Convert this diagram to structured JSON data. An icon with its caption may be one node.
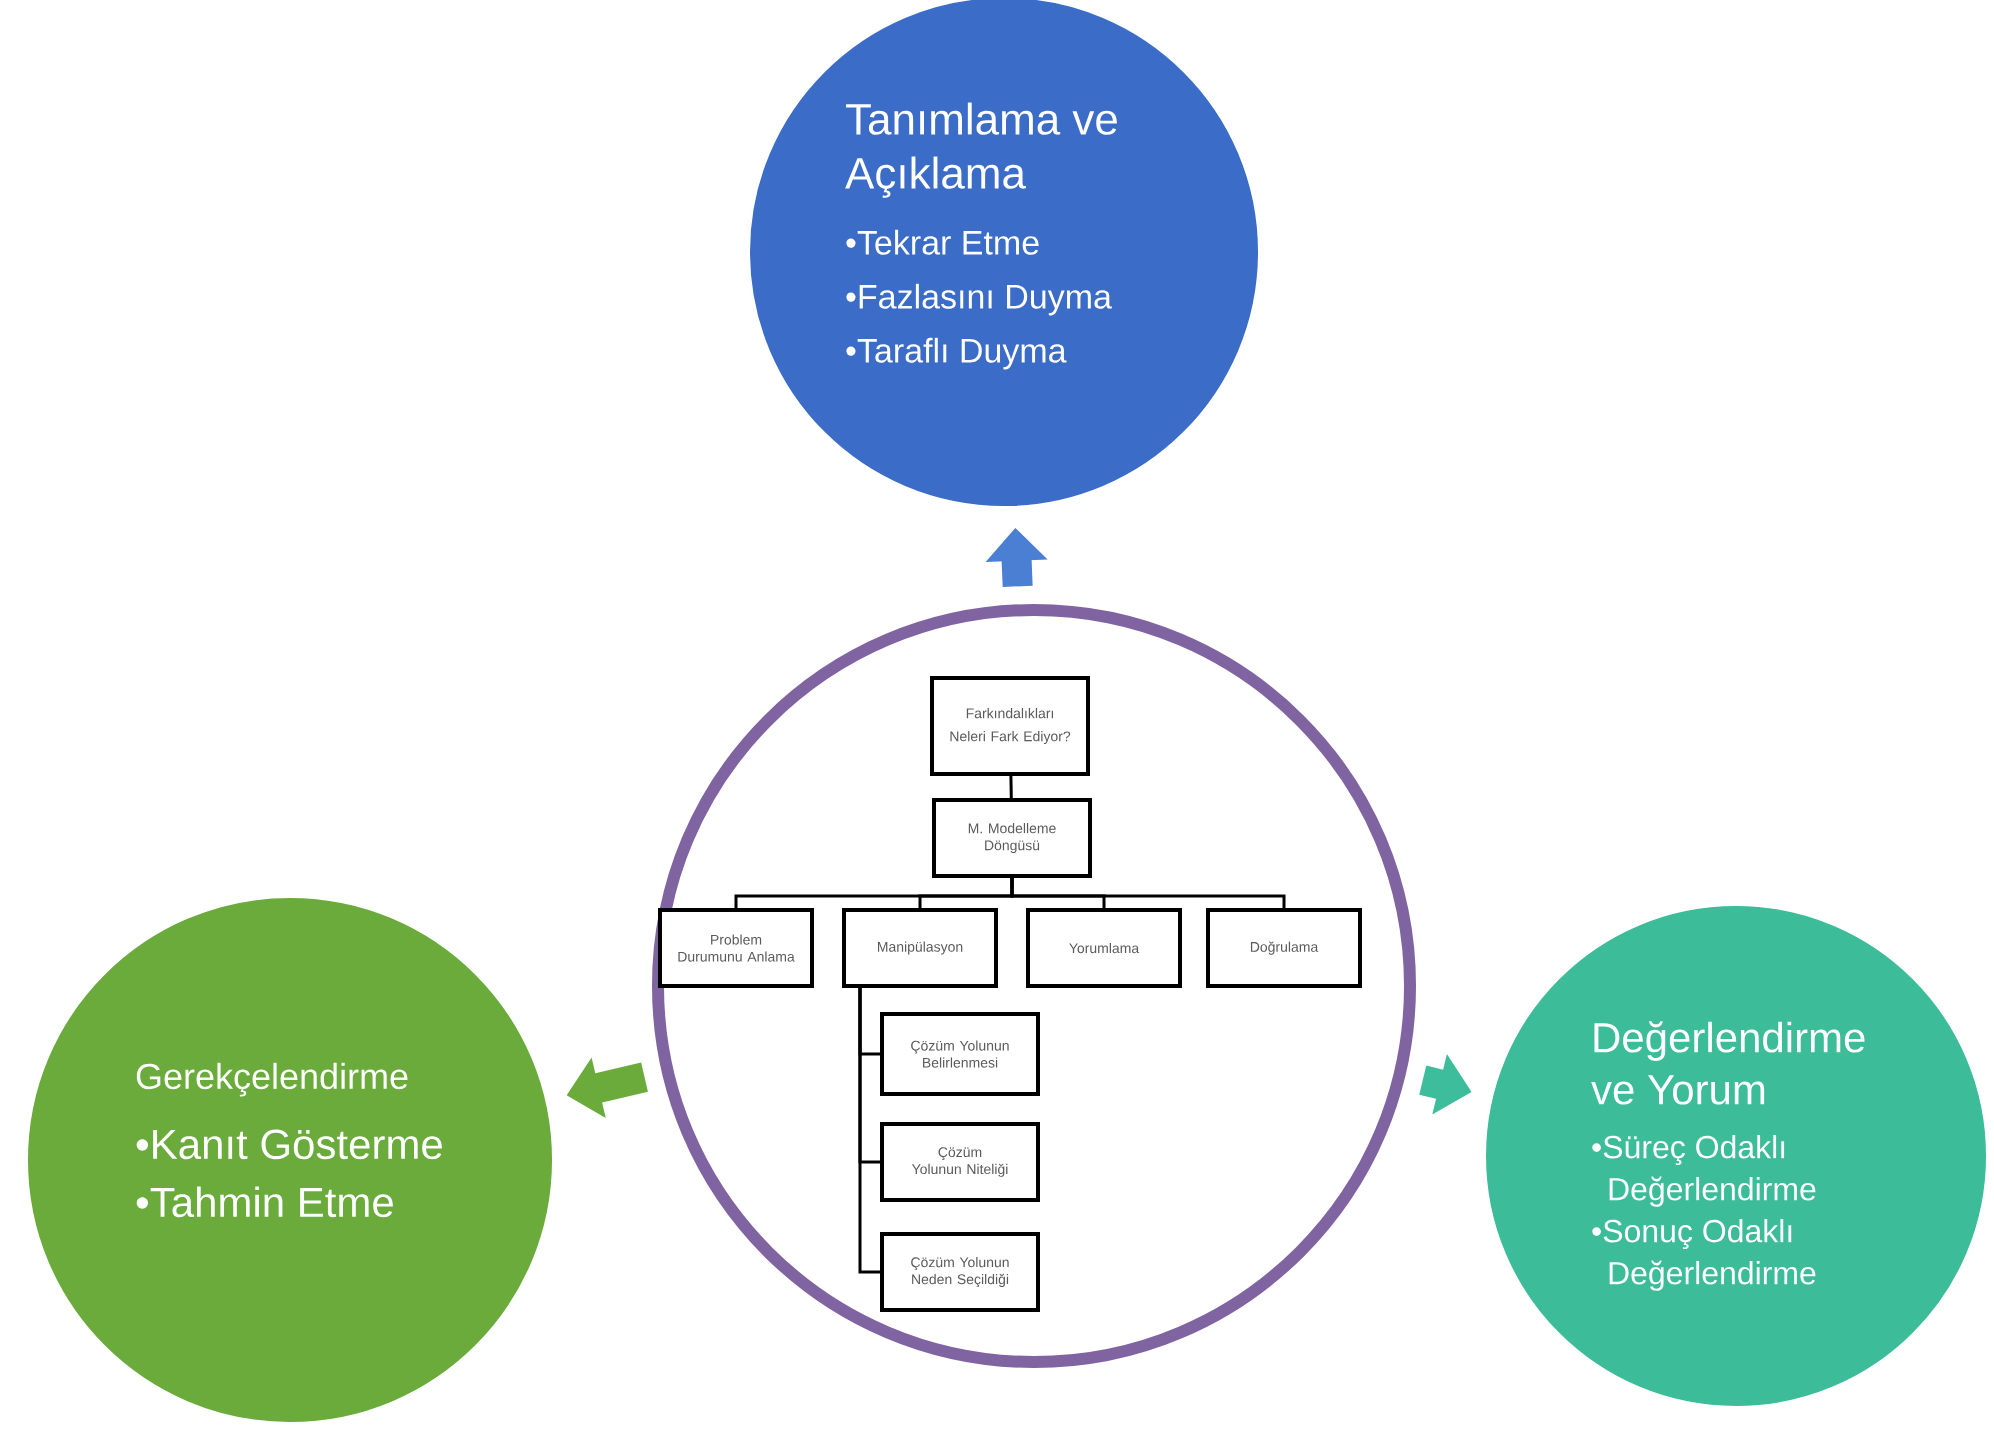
{
  "diagram": {
    "nodes": [
      {
        "text": [],
        "shape": "circle"
      },
      {
        "text": [
          "Farkındalıkları",
          "Neleri Fark Ediyor?"
        ],
        "in": 0
      },
      {
        "text": [
          "M. Modelleme Döngüsü"
        ],
        "in": 0
      },
      {
        "text": [
          "Problem Durumunu Anlama"
        ],
        "in": 0
      },
      {
        "text": [
          "Manipülasyon"
        ],
        "in": 0
      },
      {
        "text": [
          "Yorumlama"
        ],
        "in": 0
      },
      {
        "text": [
          "Doğrulama"
        ],
        "in": 0
      },
      {
        "text": [
          "Çözüm Yolunun Belirlenmesi"
        ],
        "in": 0
      },
      {
        "text": [
          "Çözüm Yolunun Niteliği"
        ],
        "in": 0
      },
      {
        "text": [
          "Çözüm Yolunun Neden Seçildiği"
        ],
        "in": 0
      },
      {
        "text": [
          "Tanımlama ve Açıklama",
          "•Tekrar Etme",
          "•Fazlasını Duyma",
          "•Taraflı Duyma"
        ]
      },
      {
        "text": [
          "Gerekçelendirme",
          "•Kanıt Gösterme",
          "•Tahmin Etme"
        ]
      },
      {
        "text": [
          "Değerlendirme ve Yorum",
          "•Süreç Odaklı Değerlendirme",
          "•Sonuç Odaklı Değerlendirme"
        ]
      }
    ],
    "edges": [
      {
        "from": 1,
        "to": 2,
        "arrow": "none"
      },
      {
        "from": 2,
        "to": 3,
        "arrow": "none"
      },
      {
        "from": 2,
        "to": 4,
        "arrow": "none"
      },
      {
        "from": 2,
        "to": 5,
        "arrow": "none"
      },
      {
        "from": 2,
        "to": 6,
        "arrow": "none"
      },
      {
        "from": 4,
        "to": 7,
        "arrow": "none"
      },
      {
        "from": 4,
        "to": 8,
        "arrow": "none"
      },
      {
        "from": 4,
        "to": 9,
        "arrow": "none"
      },
      {
        "from": 0,
        "to": 10,
        "arrow": "to",
        "style": "thick",
        "color": "#4a7fd4"
      },
      {
        "from": 0,
        "to": 11,
        "arrow": "to",
        "style": "thick",
        "color": "#6aab3c"
      },
      {
        "from": 0,
        "to": 12,
        "arrow": "to",
        "style": "thick",
        "color": "#3dbd9c"
      }
    ]
  }
}
